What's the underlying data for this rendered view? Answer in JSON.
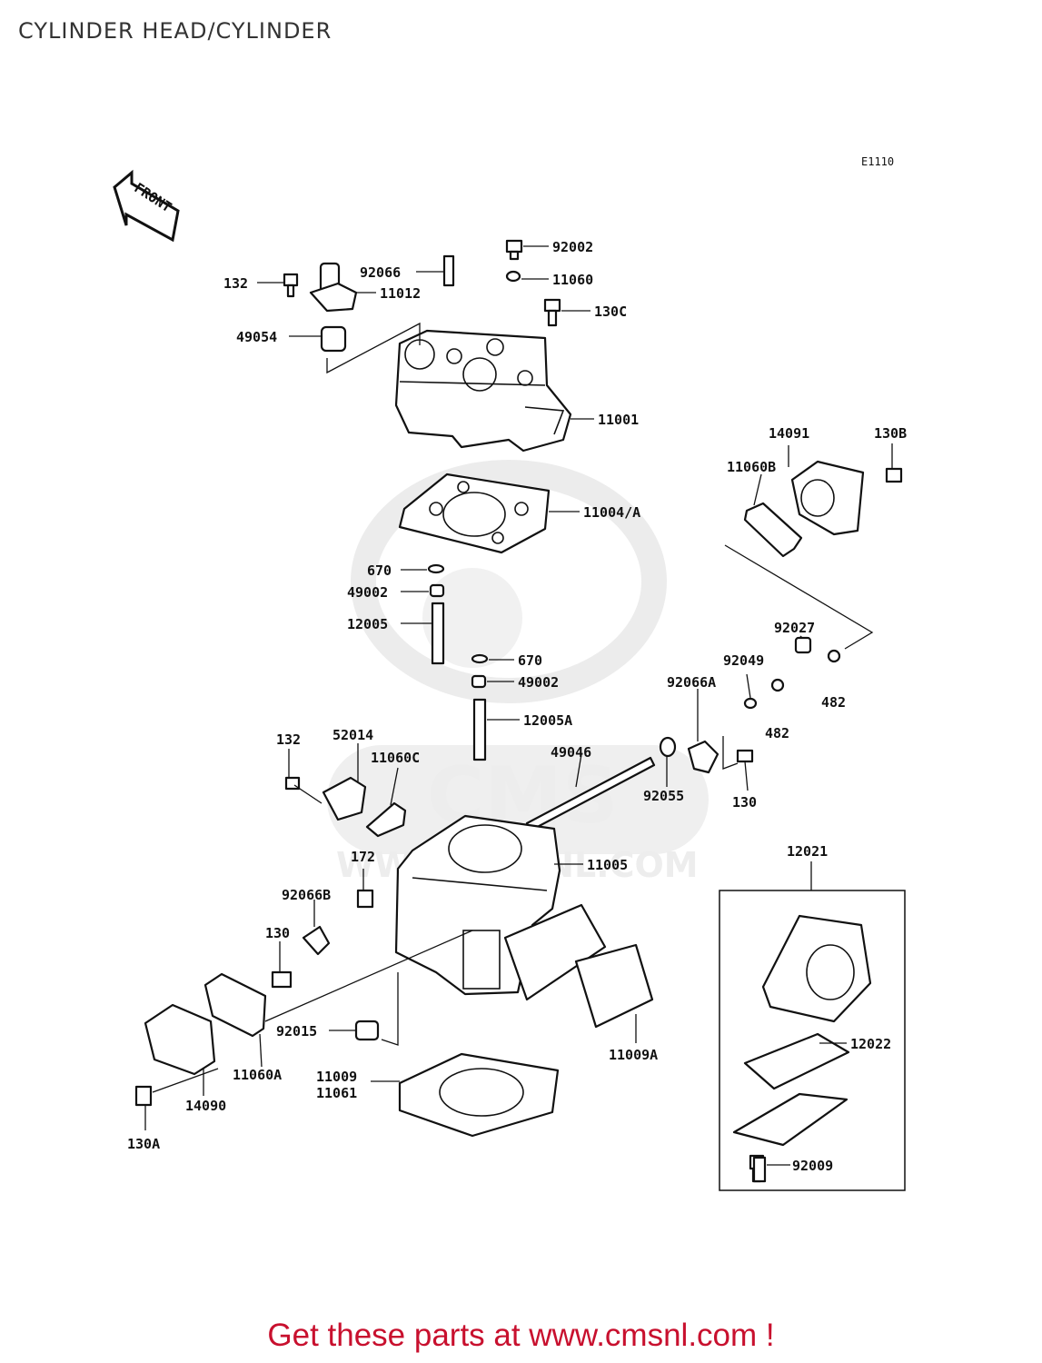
{
  "page": {
    "title": "CYLINDER HEAD/CYLINDER",
    "diagram_code": "E1110",
    "front_marker": "FRONT",
    "watermark_site": "WWW.CMSNL.COM",
    "watermark_brand": "CMS",
    "cta": "Get these parts at www.cmsnl.com !"
  },
  "parts": [
    {
      "id": "p132a",
      "label": "132"
    },
    {
      "id": "p11012",
      "label": "11012"
    },
    {
      "id": "p92066",
      "label": "92066"
    },
    {
      "id": "p92002",
      "label": "92002"
    },
    {
      "id": "p11060",
      "label": "11060"
    },
    {
      "id": "p130c",
      "label": "130C"
    },
    {
      "id": "p49054",
      "label": "49054"
    },
    {
      "id": "p11001",
      "label": "11001"
    },
    {
      "id": "p14091",
      "label": "14091"
    },
    {
      "id": "p130b",
      "label": "130B"
    },
    {
      "id": "p11060b",
      "label": "11060B"
    },
    {
      "id": "p11004a",
      "label": "11004/A"
    },
    {
      "id": "p670a",
      "label": "670"
    },
    {
      "id": "p49002a",
      "label": "49002"
    },
    {
      "id": "p12005",
      "label": "12005"
    },
    {
      "id": "p92027",
      "label": "92027"
    },
    {
      "id": "p670b",
      "label": "670"
    },
    {
      "id": "p92049",
      "label": "92049"
    },
    {
      "id": "p49002b",
      "label": "49002"
    },
    {
      "id": "p92066a",
      "label": "92066A"
    },
    {
      "id": "p12005a",
      "label": "12005A"
    },
    {
      "id": "p482a",
      "label": "482"
    },
    {
      "id": "p482b",
      "label": "482"
    },
    {
      "id": "p132b",
      "label": "132"
    },
    {
      "id": "p52014",
      "label": "52014"
    },
    {
      "id": "p11060c",
      "label": "11060C"
    },
    {
      "id": "p49046",
      "label": "49046"
    },
    {
      "id": "p92055",
      "label": "92055"
    },
    {
      "id": "p130a_mid",
      "label": "130"
    },
    {
      "id": "p172",
      "label": "172"
    },
    {
      "id": "p11005",
      "label": "11005"
    },
    {
      "id": "p12021",
      "label": "12021"
    },
    {
      "id": "p92066b",
      "label": "92066B"
    },
    {
      "id": "p130b_left",
      "label": "130"
    },
    {
      "id": "p92015",
      "label": "92015"
    },
    {
      "id": "p11009a",
      "label": "11009A"
    },
    {
      "id": "p12022",
      "label": "12022"
    },
    {
      "id": "p11060a",
      "label": "11060A"
    },
    {
      "id": "p11009",
      "label": "11009"
    },
    {
      "id": "p11061",
      "label": "11061"
    },
    {
      "id": "p14090",
      "label": "14090"
    },
    {
      "id": "p130a",
      "label": "130A"
    },
    {
      "id": "p92009",
      "label": "92009"
    }
  ]
}
